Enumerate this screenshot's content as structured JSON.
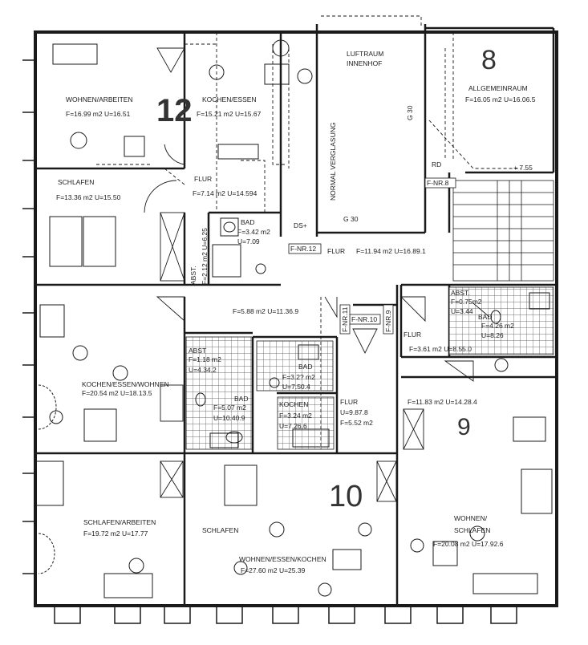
{
  "rooms": {
    "wohnen_arbeiten": {
      "name": "WOHNEN/ARBEITEN",
      "area": "F=16.99 m2 U=16.51"
    },
    "kochen_essen_12": {
      "name": "KOCHEN/ESSEN",
      "area": "F=15.21 m2 U=15.67"
    },
    "schlafen_12": {
      "name": "SCHLAFEN",
      "area": "F=13.36 m2 U=15.50"
    },
    "flur_12": {
      "name": "FLUR",
      "area": "F=7.14 m2 U=14.594"
    },
    "bad_12": {
      "name": "BAD",
      "area1": "F=3.42 m2",
      "area2": "U=7.09"
    },
    "abst_12": {
      "name": "ABST.",
      "area": "F=2.12 m2 U=6.25"
    },
    "luftraum": {
      "name": "LUFTRAUM",
      "name2": "INNENHOF"
    },
    "allgemeinraum": {
      "name": "ALLGEMEINRAUM",
      "area": "F=16.05 m2 U=16.06.5"
    },
    "flur_main": {
      "name": "FLUR",
      "area": "F=11.94 m2 U=16.89.1"
    },
    "corridor": {
      "area": "F=5.88 m2 U=11.36.9"
    },
    "abst_9": {
      "name": "ABST.",
      "area1": "F=0.75m2",
      "area2": "U=3.44"
    },
    "bad_9": {
      "name": "BAD",
      "area1": "F=4.26 m2",
      "area2": "U=8.26"
    },
    "flur_9": {
      "name": "FLUR",
      "area": "F=3.61 m2 U=8.55.0"
    },
    "room_9": {
      "area": "F=11.83 m2 U=14.28.4"
    },
    "abst_left": {
      "name": "ABST",
      "area1": "F=1.18 m2",
      "area2": "U=4.34.2"
    },
    "kochen_essen_wohnen": {
      "name": "KOCHEN/ESSEN/WOHNEN",
      "area": "F=20.54 m2 U=18.13.5"
    },
    "bad_left": {
      "name": "BAD",
      "area1": "F=5.07 m2",
      "area2": "U=10.40.9"
    },
    "bad_10": {
      "name": "BAD",
      "area1": "F=3.2? m2",
      "area2": "U=7.50.4"
    },
    "kochen_10": {
      "name": "KOCHEN",
      "area1": "F=3.24 m2",
      "area2": "U=7.26.6"
    },
    "flur_10": {
      "name": "FLUR",
      "area1": "U=9.87.8",
      "area2": "F=5.52 m2"
    },
    "schlafen_arbeiten": {
      "name": "SCHLAFEN/ARBEITEN",
      "area": "F=19.72 m2 U=17.77"
    },
    "schlafen_10": {
      "name": "SCHLAFEN"
    },
    "wohnen_essen_kochen": {
      "name": "WOHNEN/ESSEN/KOCHEN",
      "area": "F=27.60 m2 U=25.39"
    },
    "wohnen_schlafen": {
      "name": "WOHNEN/",
      "name2": "SCHLAFEN",
      "area": "F=20.08 m2 U=17.92.6"
    }
  },
  "unit_numbers": {
    "u12": "12",
    "u8": "8",
    "u10": "10",
    "u9": "9"
  },
  "tags": {
    "normal_verglasung": "NORMAL VERGLASUNG",
    "g30_bottom": "G 30",
    "g30_side": "G 30",
    "rd": "RD",
    "level": "+ 7.55",
    "f_nr_8": "F-NR.8",
    "f_nr_12": "F-NR.12",
    "f_nr_10": "F-NR.10",
    "f_nr_9": "F-NR.9",
    "f_nr_11": "F-NR.11",
    "ds": "DS+"
  },
  "colors": {
    "line": "#1a1a1a",
    "grid": "#555555",
    "background": "#ffffff"
  }
}
